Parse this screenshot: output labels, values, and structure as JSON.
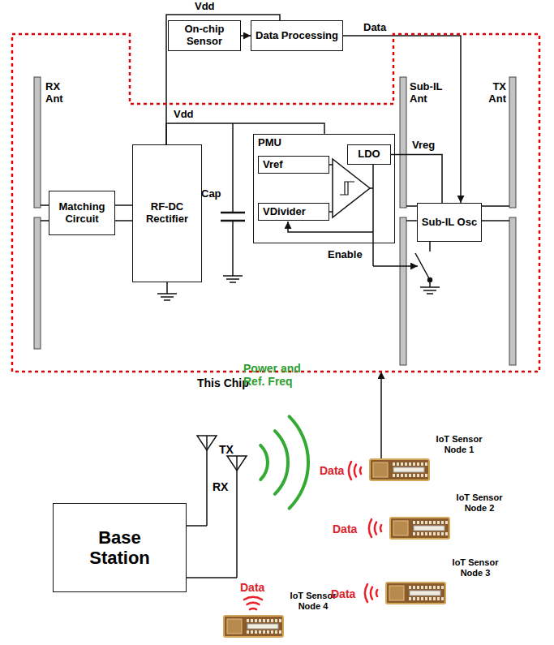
{
  "diagram": {
    "nodes": [
      {
        "text": [
          "This Chip"
        ]
      },
      {
        "text": [
          "On-chip Sensor"
        ]
      },
      {
        "text": [
          "Data Processing"
        ]
      },
      {
        "text": [
          "Matching Circuit"
        ],
        "in": 0
      },
      {
        "text": [
          "RF-DC Rectifier"
        ],
        "in": 0
      },
      {
        "text": [
          "PMU"
        ],
        "in": 0
      },
      {
        "text": [
          "Vref"
        ],
        "in": 5
      },
      {
        "text": [
          "VDivider"
        ],
        "in": 5
      },
      {
        "text": [
          "LDO"
        ],
        "in": 5
      },
      {
        "text": [
          "Sub-IL Osc"
        ],
        "in": 0
      },
      {
        "text": [
          "Base Station"
        ]
      },
      {
        "text": [
          "IoT Sensor Node 1"
        ]
      },
      {
        "text": [
          "IoT Sensor Node 2"
        ]
      },
      {
        "text": [
          "IoT Sensor Node 3"
        ]
      },
      {
        "text": [
          "IoT Sensor Node 4"
        ]
      }
    ],
    "edges": [
      {
        "from": 1,
        "to": 2,
        "arrow": "to"
      },
      {
        "from": 2,
        "to": 9,
        "label": "Data",
        "arrow": "to"
      },
      {
        "from": 4,
        "to": 2,
        "label": "Vdd",
        "arrow": "none"
      },
      {
        "from": 4,
        "to": 5,
        "label": "Vdd",
        "arrow": "none"
      },
      {
        "from": 8,
        "to": 9,
        "label": "Vreg",
        "arrow": "none"
      },
      {
        "from": 3,
        "to": 4,
        "arrow": "none"
      },
      {
        "from": 3,
        "to": 4,
        "arrow": "none"
      },
      {
        "from": 11,
        "to": 0,
        "arrow": "to"
      }
    ],
    "labels": [
      "RX Ant",
      "Sub-IL Ant",
      "TX Ant",
      "Cap",
      "Enable",
      "TX",
      "RX",
      "Power and Ref. Freq",
      "Data",
      "Data",
      "Data",
      "Data"
    ]
  }
}
